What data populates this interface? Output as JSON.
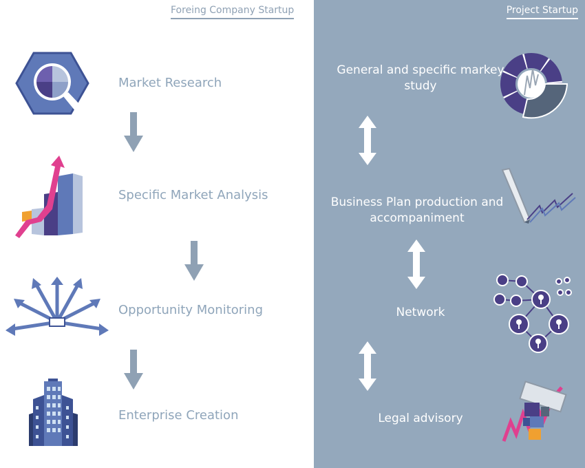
{
  "left_column": {
    "title": "Foreing Company Startup",
    "steps": [
      {
        "label": "Market Research",
        "icon": "magnifier-pie-icon"
      },
      {
        "label": "Specific Market Analysis",
        "icon": "bar-chart-arrow-icon"
      },
      {
        "label": "Opportunity Monitoring",
        "icon": "radiating-arrows-icon"
      },
      {
        "label": "Enterprise Creation",
        "icon": "building-icon"
      }
    ]
  },
  "right_column": {
    "title": "Project Startup",
    "services": [
      {
        "label_lines": [
          "General and specific markey",
          "study"
        ],
        "icon": "donut-chart-icon"
      },
      {
        "label_lines": [
          "Business Plan production and",
          "accompaniment"
        ],
        "icon": "pen-chart-icon"
      },
      {
        "label_lines": [
          "Network"
        ],
        "icon": "network-nodes-icon"
      },
      {
        "label_lines": [
          "Legal advisory"
        ],
        "icon": "blocks-stamp-icon"
      }
    ]
  },
  "colors": {
    "left_bg": "#ffffff",
    "right_bg": "#94a8bc",
    "step_text": "#8fa5ba",
    "arrow": "#8fa1b4",
    "icon_purple": "#4a3f86",
    "icon_blue": "#5f79b8",
    "icon_pink": "#e0408f"
  }
}
